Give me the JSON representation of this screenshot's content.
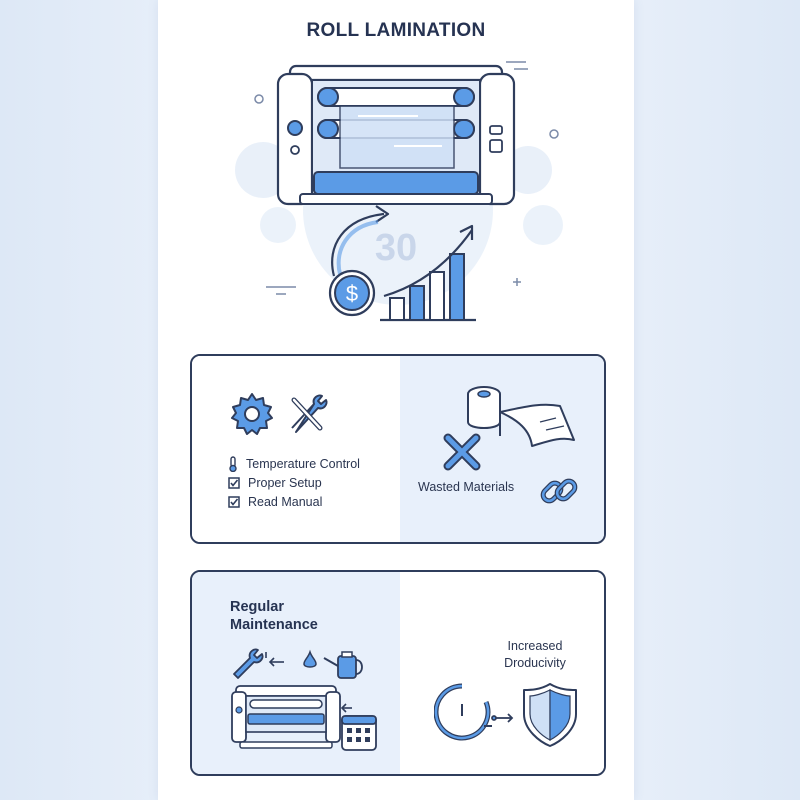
{
  "title": "ROLL LAMINATION",
  "hero": {
    "badge_text": "30",
    "currency_symbol": "$"
  },
  "panel_setup": {
    "checklist": [
      {
        "label": "Temperature Control",
        "icon": "thermometer-icon"
      },
      {
        "label": "Proper Setup",
        "icon": "checkbox-checked-icon"
      },
      {
        "label": "Read Manual",
        "icon": "checkbox-checked-icon"
      }
    ]
  },
  "panel_waste": {
    "label": "Wasted Materials"
  },
  "panel_maintenance": {
    "title_line1": "Regular",
    "title_line2": "Maintenance"
  },
  "panel_productivity": {
    "title_line1": "Increased",
    "title_line2": "Droducivity"
  },
  "colors": {
    "accent": "#5b9be6",
    "accent_light": "#e8f0fb",
    "outline": "#2f3d5c"
  }
}
